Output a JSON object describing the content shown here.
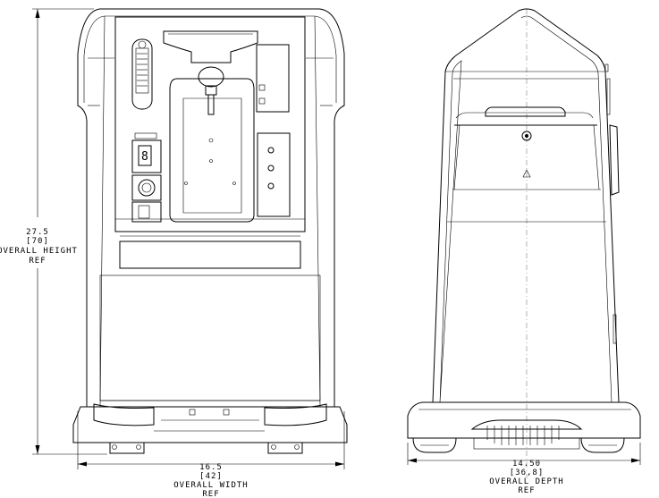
{
  "dimensions": {
    "height": {
      "value": "27.5",
      "metric": "[70]",
      "caption_1": "OVERALL HEIGHT",
      "caption_2": "REF"
    },
    "width": {
      "value": "16.5",
      "metric": "[42]",
      "caption_1": "OVERALL WIDTH",
      "caption_2": "REF"
    },
    "depth": {
      "value": "14.50",
      "metric": "[36,8]",
      "caption_1": "OVERALL DEPTH",
      "caption_2": "REF"
    }
  },
  "panel": {
    "display_digit": "8"
  }
}
